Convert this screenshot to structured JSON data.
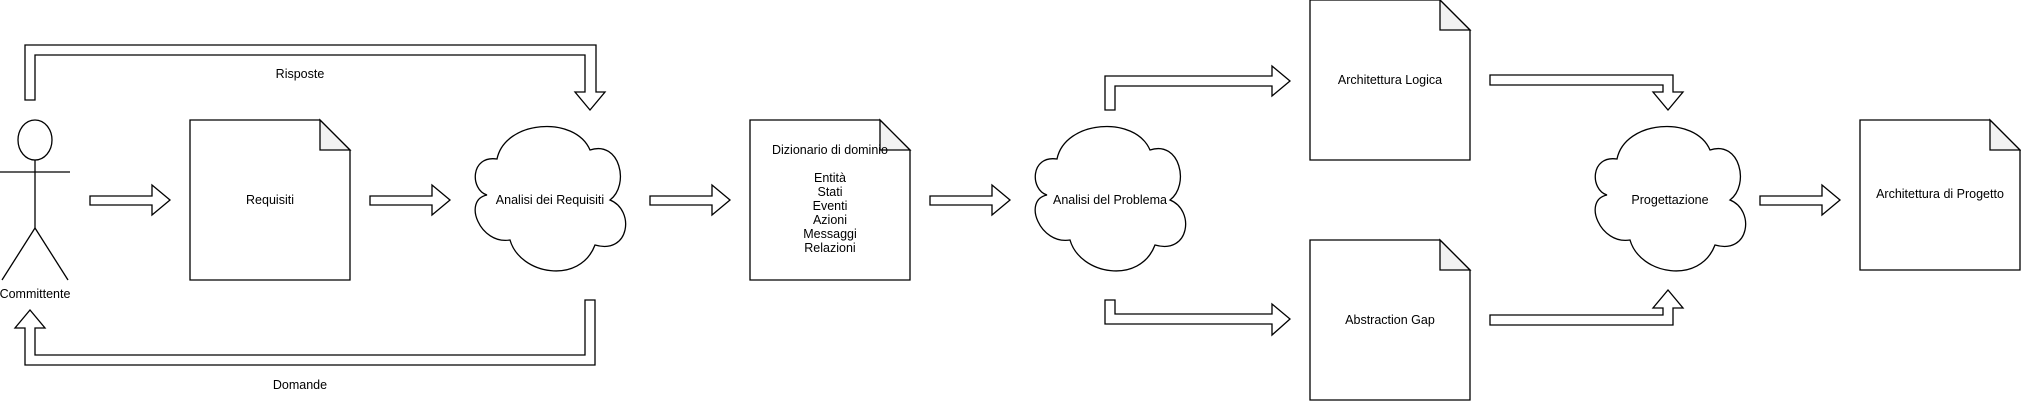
{
  "nodes": {
    "committente": "Committente",
    "requisiti": "Requisiti",
    "analisi_requisiti": "Analisi dei Requisiti",
    "dizionario": {
      "title": "Dizionario di dominio",
      "items": [
        "Entità",
        "Stati",
        "Eventi",
        "Azioni",
        "Messaggi",
        "Relazioni"
      ]
    },
    "analisi_problema": "Analisi del Problema",
    "architettura_logica": "Architettura Logica",
    "abstraction_gap": "Abstraction Gap",
    "progettazione": "Progettazione",
    "architettura_progetto": "Architettura di Progetto"
  },
  "edges": {
    "risposte": "Risposte",
    "domande": "Domande"
  }
}
